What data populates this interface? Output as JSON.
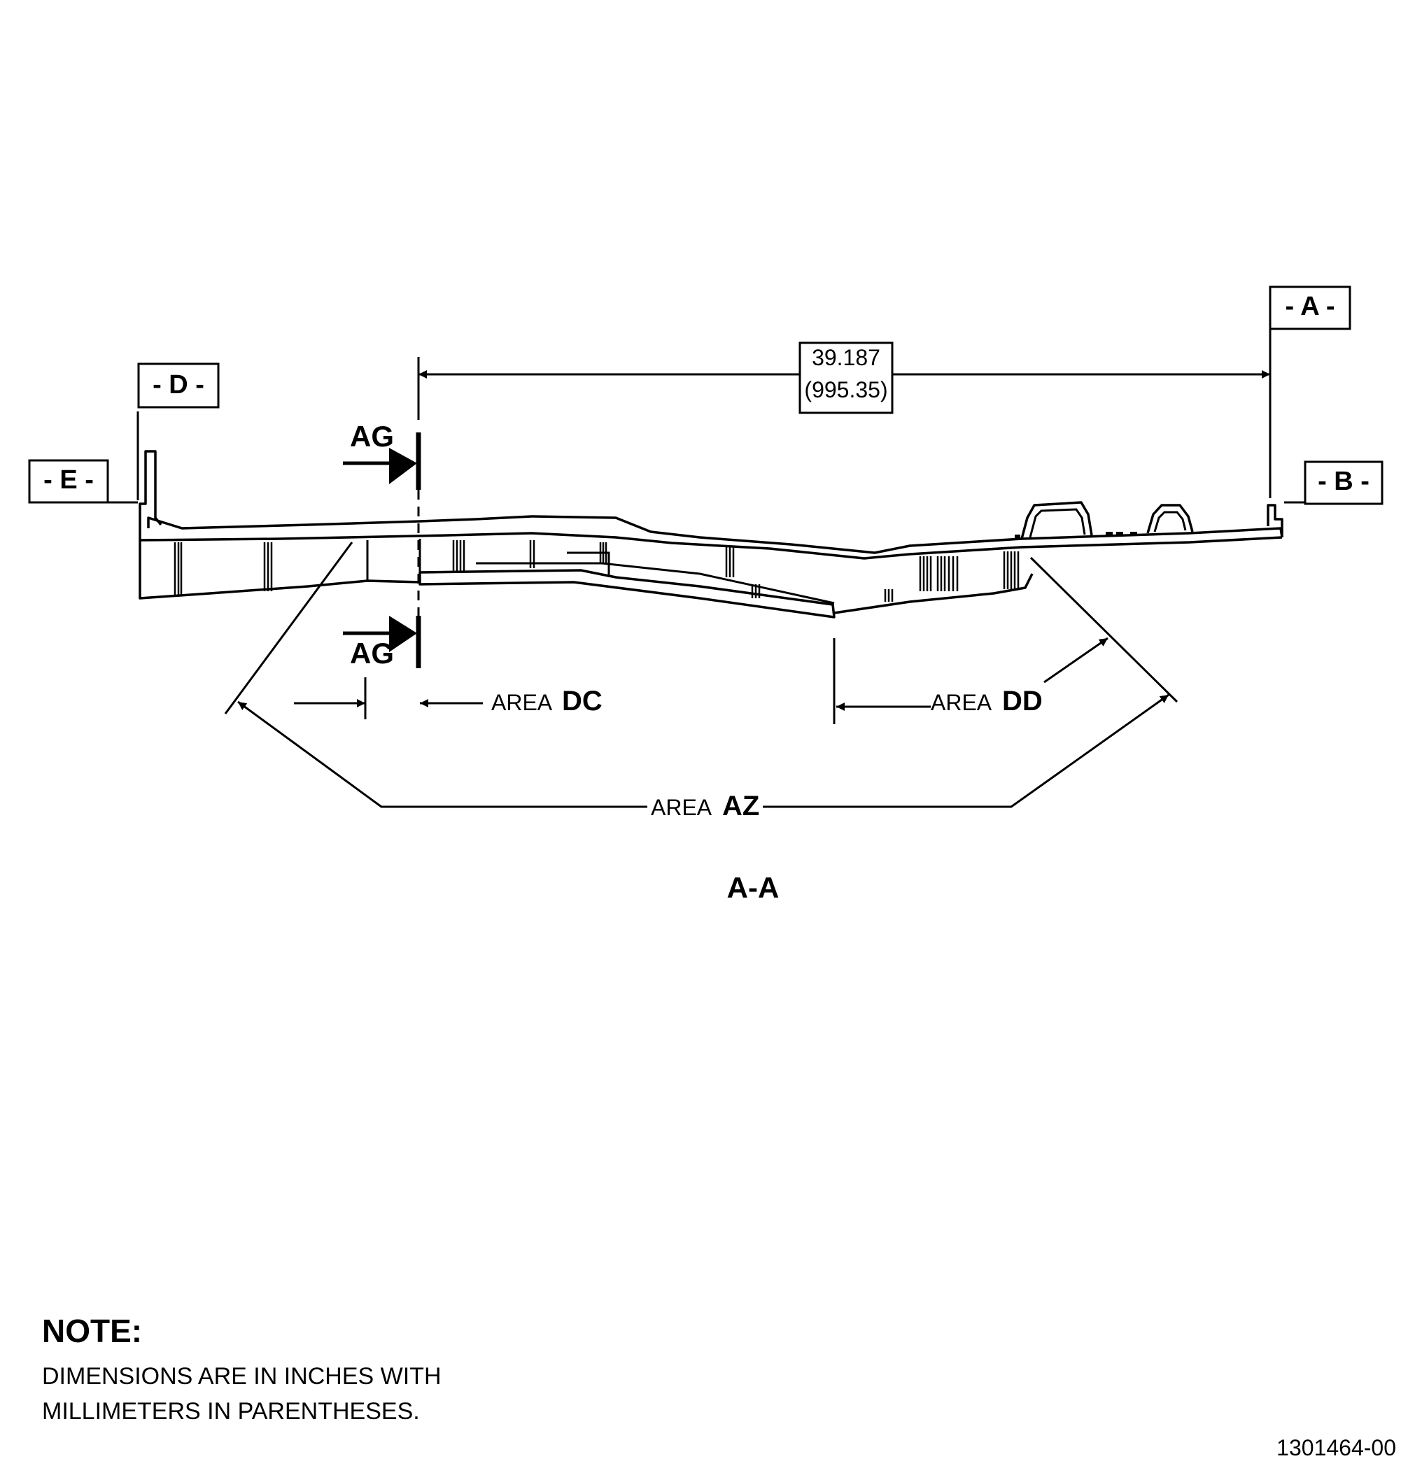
{
  "datums": {
    "a": "- A -",
    "b": "- B -",
    "d": "- D -",
    "e": "- E -"
  },
  "dimension": {
    "inches": "39.187",
    "millimeters": "(995.35)"
  },
  "section_arrows": {
    "top": "AG",
    "bottom": "AG"
  },
  "areas": {
    "dc_prefix": "AREA",
    "dc_code": "DC",
    "dd_prefix": "AREA",
    "dd_code": "DD",
    "az_prefix": "AREA",
    "az_code": "AZ"
  },
  "view_label": "A-A",
  "note": {
    "heading": "NOTE:",
    "line1": "DIMENSIONS ARE IN INCHES WITH",
    "line2": "MILLIMETERS IN PARENTHESES."
  },
  "drawing_number": "1301464-00"
}
